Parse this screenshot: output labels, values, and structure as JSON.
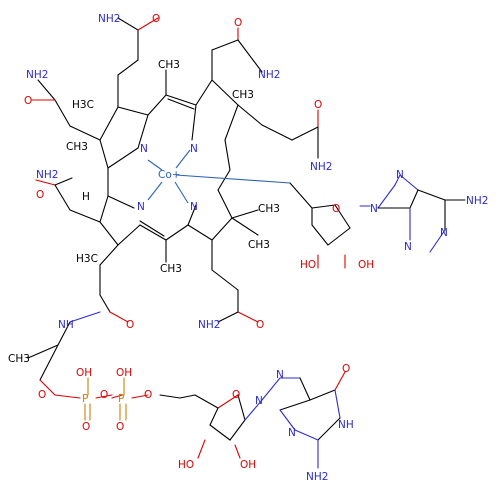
{
  "colors": {
    "carbon": "#000000",
    "nitrogen": "#2b2bd6",
    "oxygen": "#e00000",
    "phosphorus": "#d08000",
    "cobalt": "#2b62b5"
  },
  "atoms": {
    "cobalt": "Co+",
    "nh2": "NH2",
    "ch3": "CH3",
    "h": "H",
    "h3c": "H3C",
    "n": "N",
    "nh": "NH",
    "o": "O",
    "oh": "OH",
    "ho": "HO",
    "p": "P"
  }
}
